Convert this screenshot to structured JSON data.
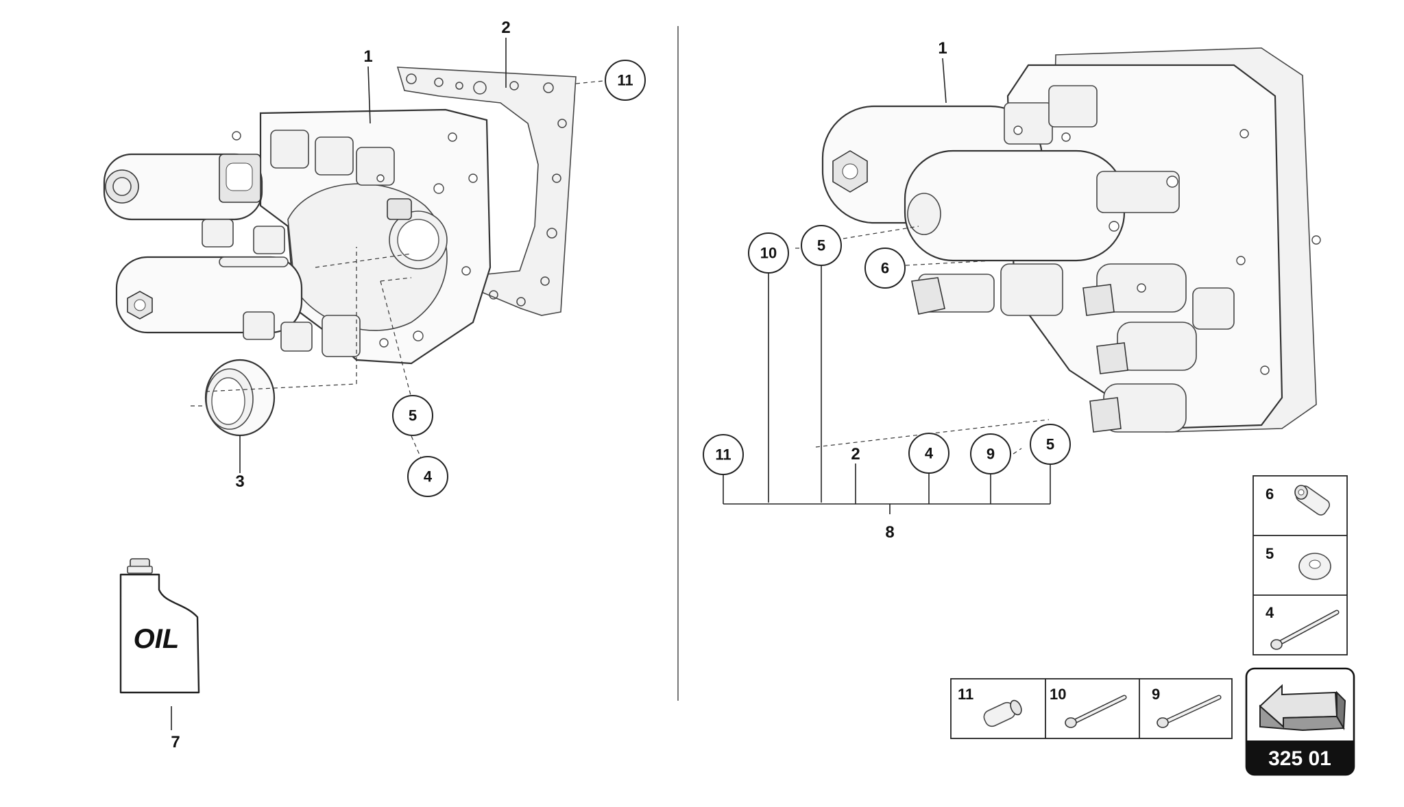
{
  "left_view": {
    "labels": {
      "assembly": "1",
      "gasket": "2",
      "seal_ring": "3",
      "oil": "7",
      "circ_11": "11",
      "circ_5": "5",
      "circ_4": "4"
    }
  },
  "right_view": {
    "labels": {
      "assembly": "1",
      "circ_10": "10",
      "circ_5a": "5",
      "circ_6": "6",
      "circ_11": "11",
      "plain_2": "2",
      "circ_4": "4",
      "circ_9": "9",
      "circ_5b": "5",
      "kit": "8"
    }
  },
  "oil_can": {
    "text": "OIL"
  },
  "legend_boxes": {
    "vertical": [
      {
        "num": "6",
        "icon": "bolt-plug-icon"
      },
      {
        "num": "5",
        "icon": "washer-icon"
      },
      {
        "num": "4",
        "icon": "screw-icon"
      }
    ],
    "horizontal": [
      {
        "num": "11",
        "icon": "bushing-icon"
      },
      {
        "num": "10",
        "icon": "long-screw-icon"
      },
      {
        "num": "9",
        "icon": "screw-icon"
      }
    ]
  },
  "ref_badge": {
    "code": "325 01",
    "icon": "arrow-icon"
  }
}
